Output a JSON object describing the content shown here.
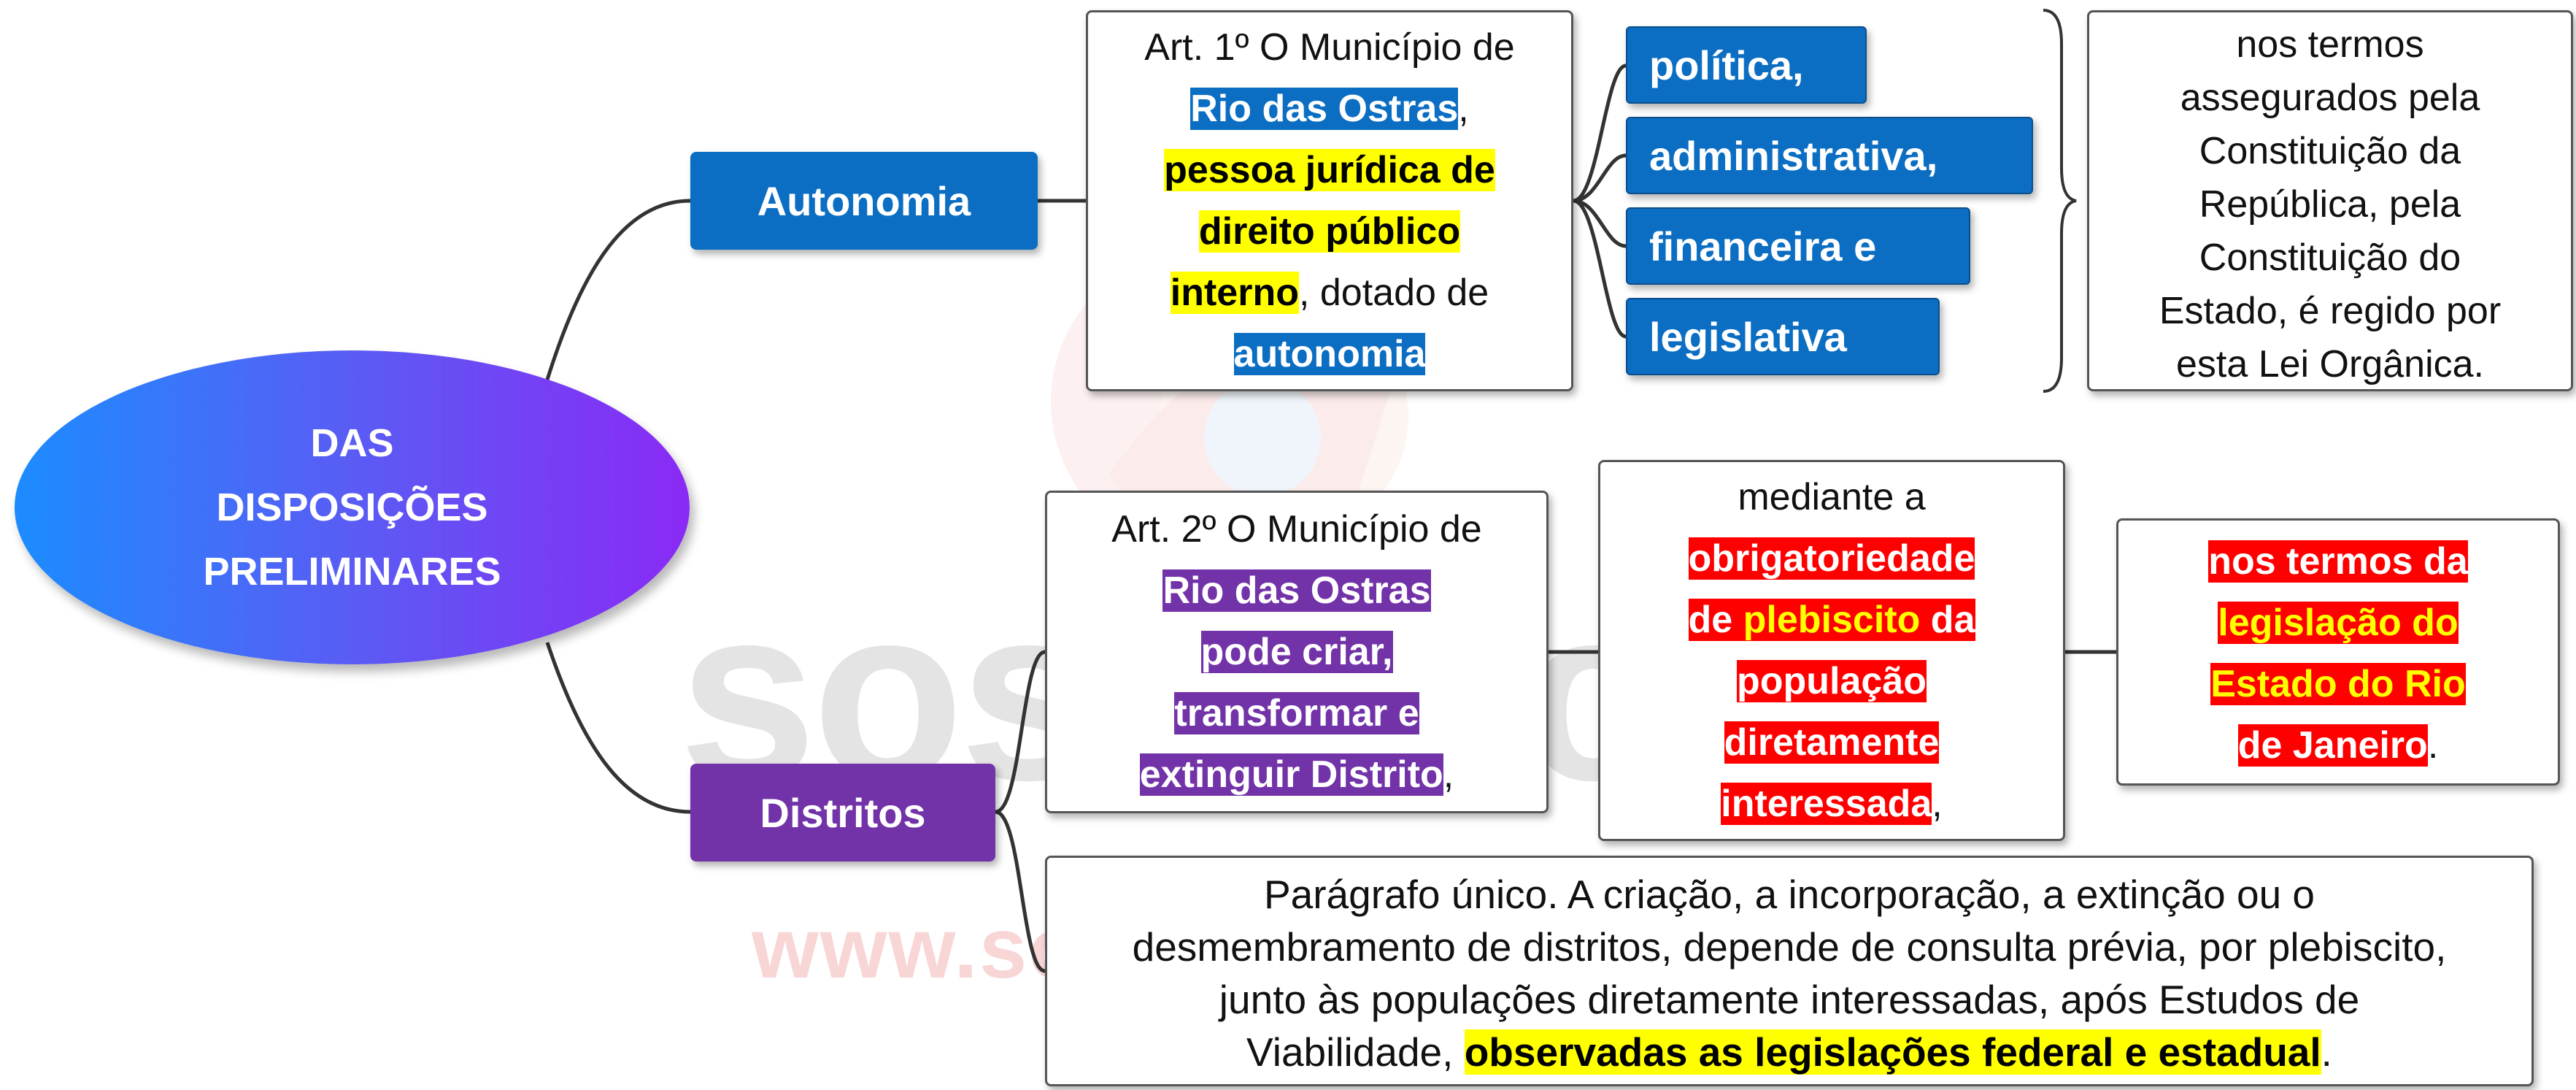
{
  "central": {
    "lines": [
      "DAS",
      "DISPOSIÇÕES",
      "PRELIMINARES"
    ]
  },
  "branches": {
    "autonomia": "Autonomia",
    "distritos": "Distritos"
  },
  "art1": {
    "l1": "Art. 1º O Município de",
    "l2_hl": "Rio das Ostras",
    "l2_tail": ",",
    "l3": "pessoa jurídica de",
    "l4": "direito público",
    "l5_hl": "interno",
    "l5_tail": ", dotado de",
    "l6": "autonomia"
  },
  "pills": [
    "política,",
    "administrativa,",
    "financeira e",
    "legislativa"
  ],
  "nos_termos_1": {
    "lines": [
      "nos termos",
      "assegurados pela",
      "Constituição da",
      "República, pela",
      "Constituição do",
      "Estado, é regido por",
      "esta Lei Orgânica."
    ]
  },
  "art2": {
    "l1": "Art. 2º O Município de",
    "l2": "Rio das Ostras",
    "l3": "pode criar,",
    "l4": "transformar e",
    "l5_hl": "extinguir Distrito",
    "l5_tail": ","
  },
  "mediante": {
    "l1": "mediante a",
    "l2": "obrigatoriedade",
    "l3_a": "de ",
    "l3_b": "plebiscito",
    "l3_c": " da",
    "l4": "população",
    "l5": "diretamente",
    "l6_hl": "interessada",
    "l6_tail": ","
  },
  "nos_termos_2": {
    "l1": "nos termos da",
    "l2": "legislação do",
    "l3": "Estado do Rio",
    "l4_hl": "de Janeiro",
    "l4_tail": "."
  },
  "paragrafo": {
    "l1": "Parágrafo único. A criação, a incorporação, a extinção ou o",
    "l2": "desmembramento de distritos, depende de consulta prévia, por plebiscito,",
    "l3": "junto às populações diretamente interessadas, após Estudos de",
    "l4_a": "Viabilidade, ",
    "l4_hl": "observadas as legislações federal e estadual",
    "l4_tail": "."
  },
  "watermark": {
    "text": "soseducar",
    "url": "www.soseducar.com.br"
  },
  "colors": {
    "blue": "#0b6ec2",
    "purple": "#7232a8",
    "red": "#ff0000",
    "yellow": "#ffff00"
  }
}
